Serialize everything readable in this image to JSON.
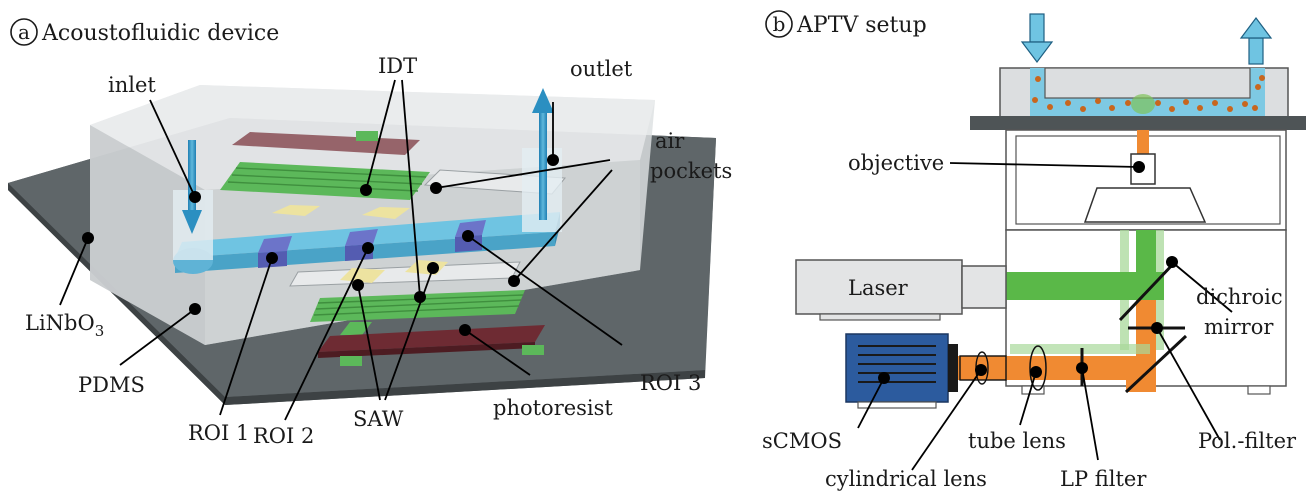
{
  "panel_a": {
    "marker": "a",
    "title": "Acoustofluidic device",
    "labels": {
      "inlet": "inlet",
      "idt": "IDT",
      "outlet": "outlet",
      "air_pockets_line1": "air",
      "air_pockets_line2": "pockets",
      "linbo3": "LiNbO",
      "linbo3_sub": "3",
      "pdms": "PDMS",
      "roi1": "ROI 1",
      "roi2": "ROI 2",
      "saw": "SAW",
      "photoresist": "photoresist",
      "roi3": "ROI 3"
    }
  },
  "panel_b": {
    "marker": "b",
    "title": "APTV setup",
    "labels": {
      "objective": "objective",
      "laser": "Laser",
      "dichroic_line1": "dichroic",
      "dichroic_line2": "mirror",
      "scmos": "sCMOS",
      "tube_lens": "tube lens",
      "pol_filter": "Pol.-filter",
      "cylindrical_lens": "cylindrical lens",
      "lp_filter": "LP filter"
    }
  },
  "colors": {
    "substrate": "#5a6163",
    "pdms": "#d9dcde",
    "channel": "#6fc4e2",
    "roi": "#6c74c9",
    "idt_green": "#5cb85a",
    "photoresist": "#6e2b33",
    "saw_yellow": "#ede3a0",
    "arrow_blue": "#2b8fc1",
    "laser_green": "#5ab848",
    "emission_orange": "#f08a32",
    "camera_blue": "#2c5b9e",
    "particle": "#c8661e"
  }
}
